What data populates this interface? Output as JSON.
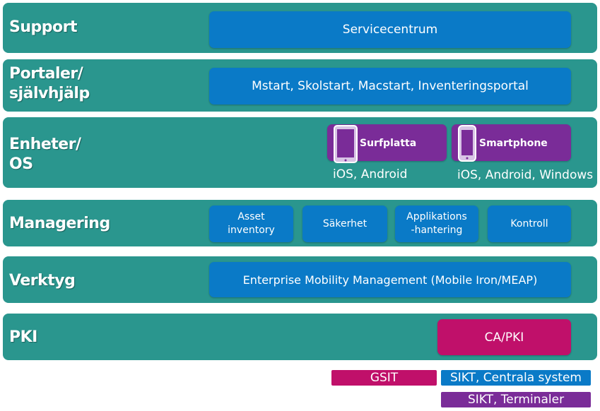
{
  "colors": {
    "row": "#2a968e",
    "blue": "#0a7ac7",
    "purple": "#7a2c98",
    "magenta": "#c0106a"
  },
  "rows": {
    "support": {
      "label": "Support",
      "box": "Servicecentrum"
    },
    "portaler": {
      "label": "Portaler/\nsjälvhjälp",
      "box": "Mstart, Skolstart, Macstart, Inventeringsportal"
    },
    "enheter": {
      "label": "Enheter/\nOS",
      "devices": [
        {
          "label": "Surfplatta",
          "icon": "tablet-icon",
          "os": "iOS, Android"
        },
        {
          "label": "Smartphone",
          "icon": "smartphone-icon",
          "os": "iOS, Android, Windows"
        }
      ]
    },
    "managering": {
      "label": "Managering",
      "boxes": [
        "Asset\ninventory",
        "Säkerhet",
        "Applikations\n-hantering",
        "Kontroll"
      ]
    },
    "verktyg": {
      "label": "Verktyg",
      "box": "Enterprise Mobility Management (Mobile Iron/MEAP)"
    },
    "pki": {
      "label": "PKI",
      "box": "CA/PKI"
    }
  },
  "legend": [
    {
      "label": "GSIT",
      "color": "#c0106a"
    },
    {
      "label": "SIKT, Centrala system",
      "color": "#0a7ac7"
    },
    {
      "label": "SIKT, Terminaler",
      "color": "#7a2c98"
    }
  ]
}
